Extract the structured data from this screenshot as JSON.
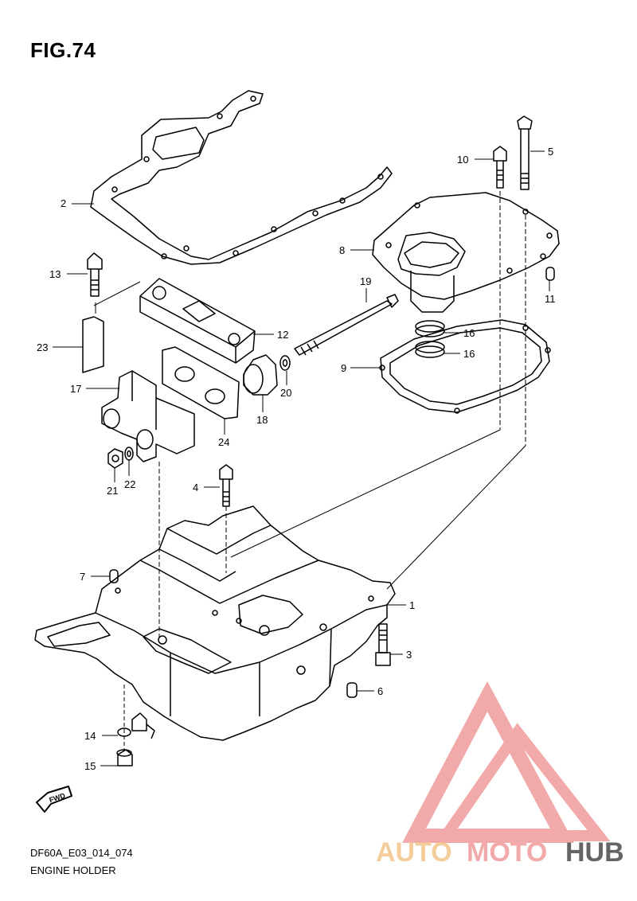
{
  "figure": {
    "title": "FIG.74",
    "code": "DF60A_E03_014_074",
    "name": "ENGINE HOLDER",
    "fwd_label": "FWD"
  },
  "callouts": {
    "c1": "1",
    "c2": "2",
    "c3": "3",
    "c4": "4",
    "c5": "5",
    "c6": "6",
    "c7": "7",
    "c8": "8",
    "c9": "9",
    "c10": "10",
    "c11": "11",
    "c12": "12",
    "c13": "13",
    "c14": "14",
    "c15": "15",
    "c16a": "16",
    "c16b": "16",
    "c17": "17",
    "c18": "18",
    "c19": "19",
    "c20": "20",
    "c21": "21",
    "c22": "22",
    "c23": "23",
    "c24": "24"
  },
  "watermark": {
    "part1": "AUTO",
    "part2": "MOTO",
    "part3": "HUB",
    "color_primary": "#f0a0a0",
    "color_secondary": "#f5c890",
    "color_dark": "#555555"
  }
}
